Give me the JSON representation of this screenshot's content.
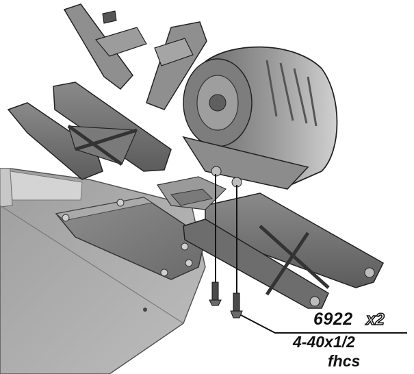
{
  "callout": {
    "part_number": "6922",
    "quantity": "x2",
    "screw_spec": "4-40x1/2",
    "screw_type": "fhcs"
  },
  "colors": {
    "part_dark": "#5a5a5a",
    "part_mid": "#8c8c8c",
    "part_light": "#c9c9c9",
    "chassis": "#a8a8a8",
    "ink": "#111111"
  },
  "icons": [
    "flat-head-screw-icon",
    "quantity-x2-icon"
  ]
}
